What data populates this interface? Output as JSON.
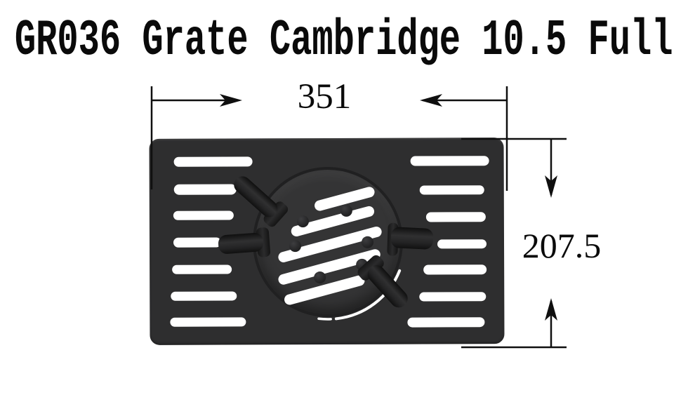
{
  "title": {
    "text": "GR036 Grate Cambridge 10.5 Full"
  },
  "dimensions": {
    "width": {
      "value": "351",
      "orientation": "horizontal",
      "position": "top"
    },
    "height": {
      "value": "207.5",
      "orientation": "vertical",
      "position": "right"
    }
  },
  "colors": {
    "background": "#ffffff",
    "plate": "#2e2e2f",
    "cover": "#343435",
    "knob": "#1c1c1c",
    "slot": "#ffffff",
    "line": "#0f0f0f",
    "text": "#0a0a0a"
  }
}
